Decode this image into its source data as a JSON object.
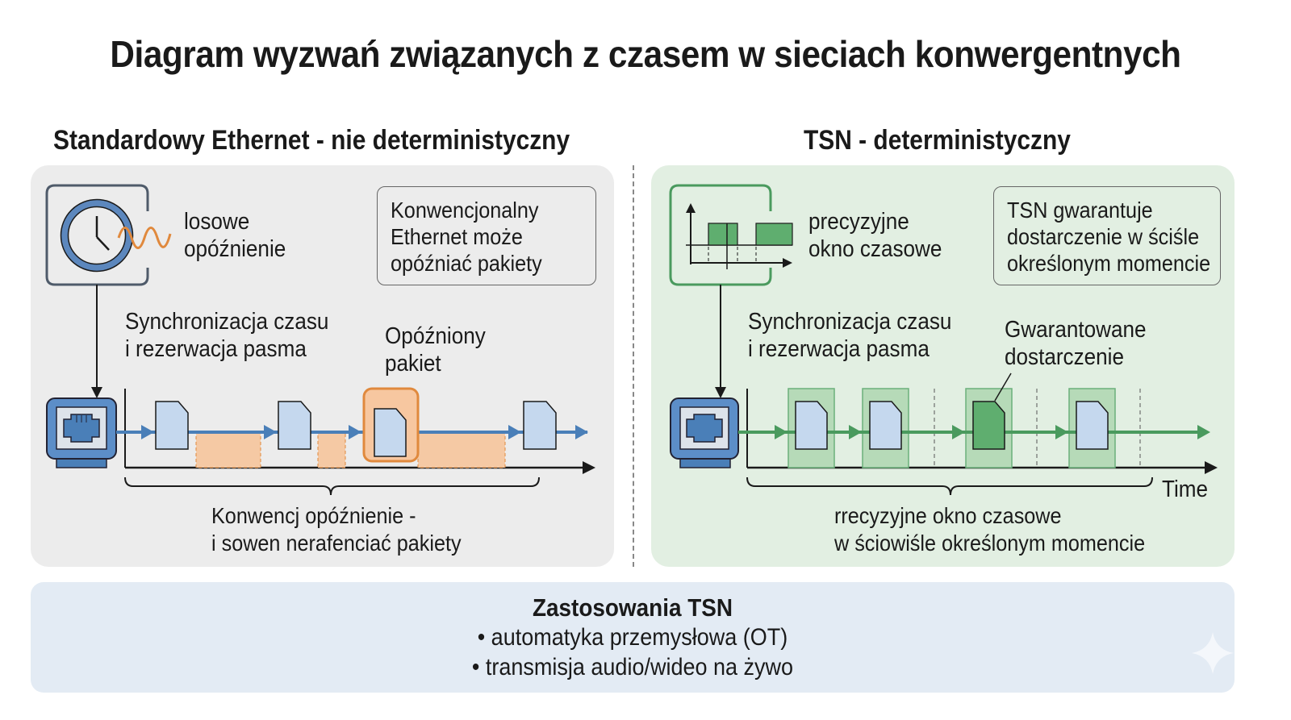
{
  "title": "Diagram wyzwań związanych z czasem w sieciach konwergentnych",
  "left": {
    "heading": "Standardowy Ethernet - nie deterministyczny",
    "icon_label": [
      "losowe",
      "opóźnienie"
    ],
    "callout": [
      "Konwencjonalny",
      "Ethernet może",
      "opóźniać pakiety"
    ],
    "sync_label": [
      "Synchronizacja czasu",
      "i rezerwacja pasma"
    ],
    "delayed_label": [
      "Opóźniony",
      "pakiet"
    ],
    "brace_label": [
      "Konwencj opóźnienie -",
      "i sowen nerafenciać pakiety"
    ],
    "colors": {
      "flow": "#4a7fb8",
      "delay": "#f5b88a",
      "highlight": "#e8914a",
      "packet": "#c5d8ee"
    }
  },
  "right": {
    "heading": "TSN - deterministyczny",
    "icon_label": [
      "precyzyjne",
      "okno czasowe"
    ],
    "callout": [
      "TSN gwarantuje",
      "dostarczenie w ściśle",
      "określonym momencie"
    ],
    "sync_label": [
      "Synchronizacja czasu",
      "i rezerwacja pasma"
    ],
    "guaranteed_label": [
      "Gwarantowane",
      "dostarczenie"
    ],
    "axis_label": "Time",
    "brace_label": [
      "rrecyzyjne okno czasowe",
      "w ściowiśle określonym momencie"
    ],
    "colors": {
      "flow": "#4a9a5e",
      "window": "#b6dab8",
      "packet_special": "#5fae6f",
      "packet": "#c5d8ee"
    }
  },
  "bottom": {
    "title": "Zastosowania TSN",
    "items": [
      "• automatyka przemysłowa (OT)",
      "• transmisja audio/wideo na żywo"
    ]
  }
}
